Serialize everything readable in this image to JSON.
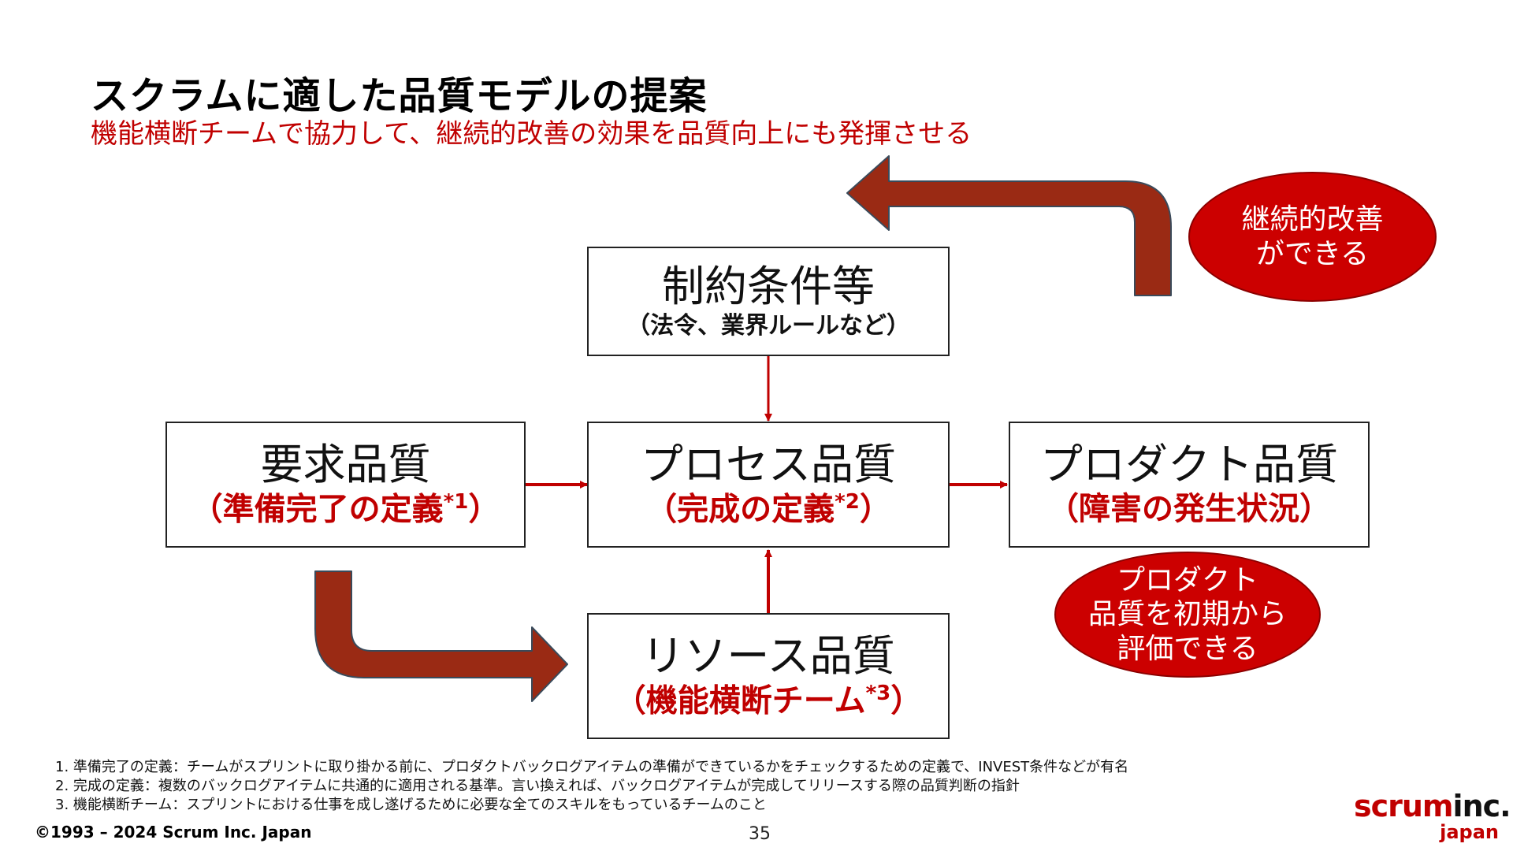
{
  "slide": {
    "title": "スクラムに適した品質モデルの提案",
    "subtitle": "機能横断チームで協力して、継続的改善の効果を品質向上にも発揮させる"
  },
  "boxes": {
    "constraints": {
      "main": "制約条件等",
      "sub": "（法令、業界ルールなど）"
    },
    "requirements": {
      "main": "要求品質",
      "sub": "（準備完了の定義",
      "note": "*1",
      "close": "）"
    },
    "process": {
      "main": "プロセス品質",
      "sub": "（完成の定義",
      "note": "*2",
      "close": "）"
    },
    "product": {
      "main": "プロダクト品質",
      "sub": "（障害の発生状況）"
    },
    "resource": {
      "main": "リソース品質",
      "sub": "（機能横断チーム",
      "note": "*3",
      "close": "）"
    }
  },
  "callouts": {
    "improvement": [
      "継続的改善",
      "ができる"
    ],
    "product_eval": [
      "プロダクト",
      "品質を初期から",
      "評価できる"
    ]
  },
  "footnotes": [
    "1. 準備完了の定義：チームがスプリントに取り掛かる前に、プロダクトバックログアイテムの準備ができているかをチェックするための定義で、INVEST条件などが有名",
    "2. 完成の定義：複数のバックログアイテムに共通的に適用される基準。言い換えれば、バックログアイテムが完成してリリースする際の品質判断の指針",
    "3. 機能横断チーム：スプリントにおける仕事を成し遂げるために必要な全てのスキルをもっているチームのこと"
  ],
  "footer": {
    "copyright": "©1993 – 2024 Scrum Inc. Japan",
    "page_number": "35",
    "logo_scrum": "scrum",
    "logo_inc": "inc.",
    "logo_japan": "japan"
  },
  "colors": {
    "accent_red": "#c00000",
    "callout_red": "#cc0000",
    "big_arrow": "#9a2a14"
  }
}
